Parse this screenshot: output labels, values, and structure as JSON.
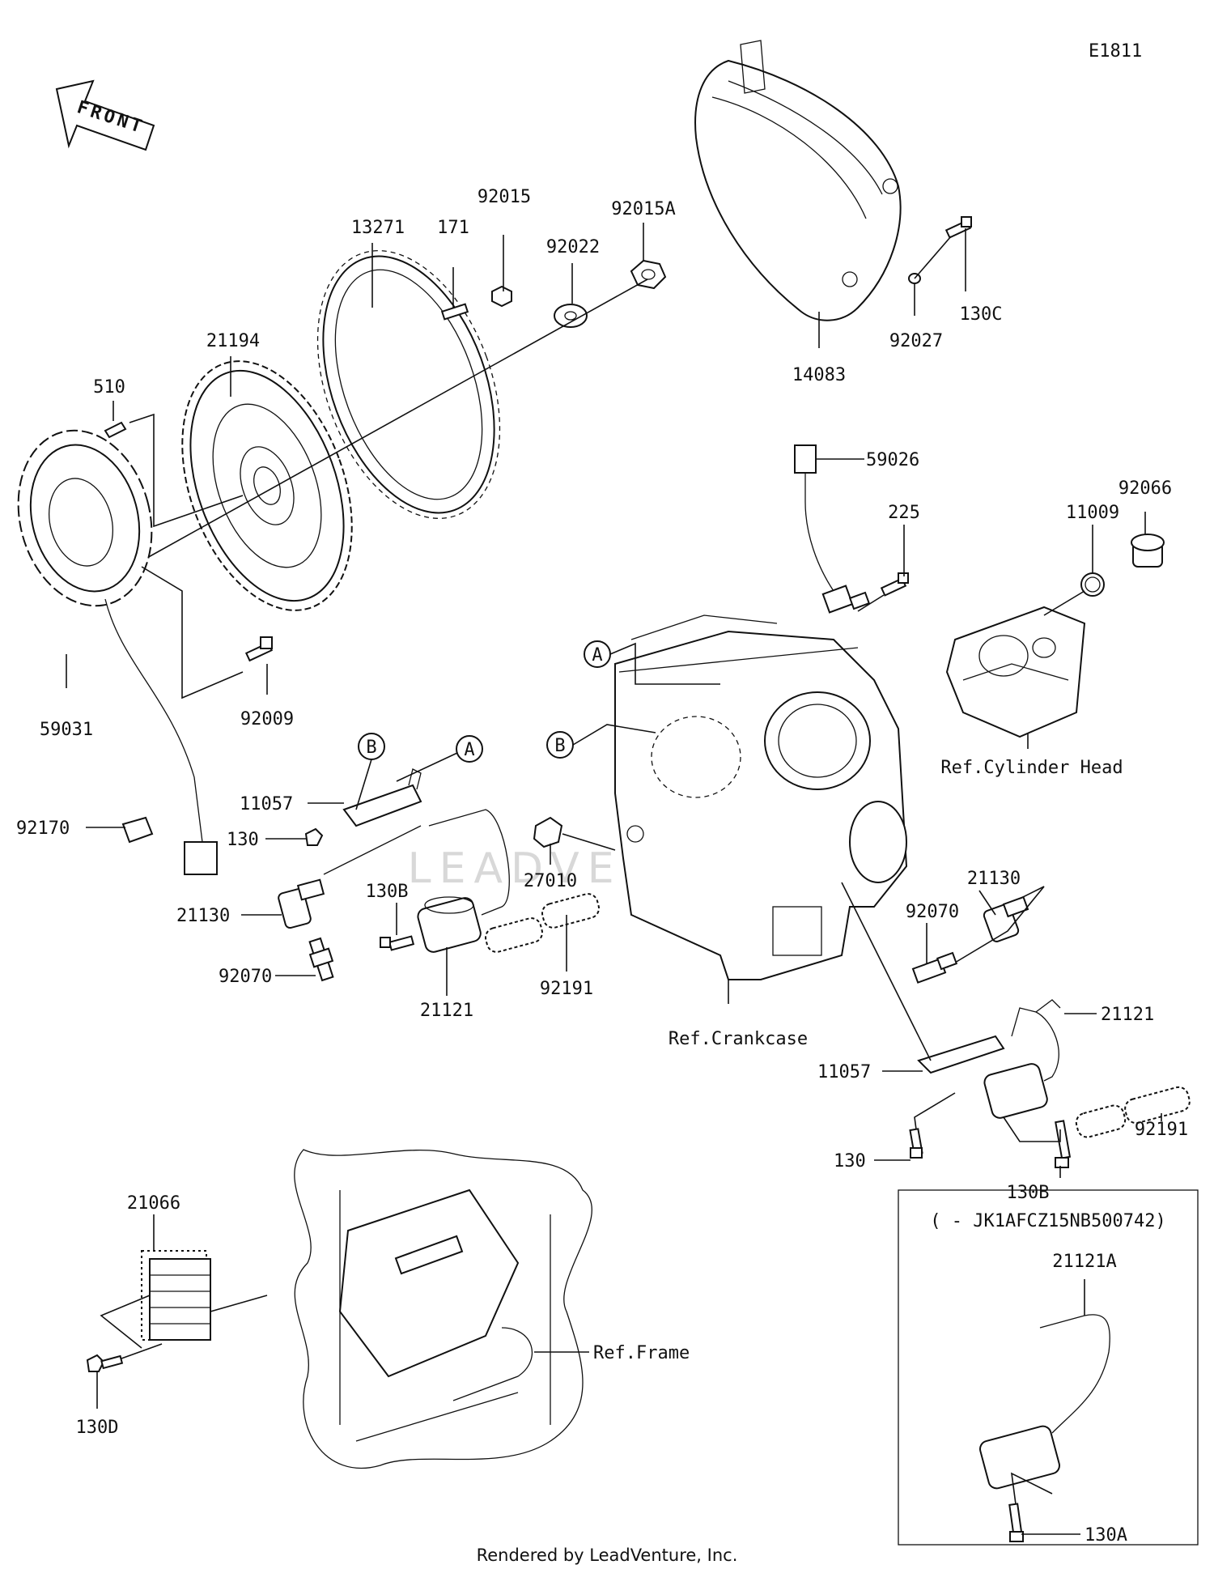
{
  "diagram_code": "E1811",
  "front_label": "FRONT",
  "callouts": {
    "A": "A",
    "B": "B"
  },
  "parts": {
    "p13271": "13271",
    "p171": "171",
    "p92015": "92015",
    "p92022": "92022",
    "p92015A": "92015A",
    "p21194": "21194",
    "p510": "510",
    "p59031": "59031",
    "p92009": "92009",
    "p92170": "92170",
    "p14083": "14083",
    "p92027": "92027",
    "p130C": "130C",
    "p59026": "59026",
    "p225": "225",
    "p92066": "92066",
    "p11009": "11009",
    "p11057_left": "11057",
    "p130_left": "130",
    "p21130_left": "21130",
    "p92070_left": "92070",
    "p130B_left": "130B",
    "p21121_left": "21121",
    "p92191_left": "92191",
    "p27010": "27010",
    "p21130_right": "21130",
    "p92070_right": "92070",
    "p21121_right": "21121",
    "p11057_right": "11057",
    "p92191_right": "92191",
    "p130_right": "130",
    "p130B_right": "130B",
    "p21066": "21066",
    "p130D": "130D",
    "p21121A": "21121A",
    "p130A": "130A"
  },
  "references": {
    "cylinder_head": "Ref.Cylinder Head",
    "crankcase": "Ref.Crankcase",
    "frame": "Ref.Frame"
  },
  "inset_range": "( - JK1AFCZ15NB500742)",
  "watermark": "LEADVENTURE",
  "footer": "Rendered by LeadVenture, Inc."
}
